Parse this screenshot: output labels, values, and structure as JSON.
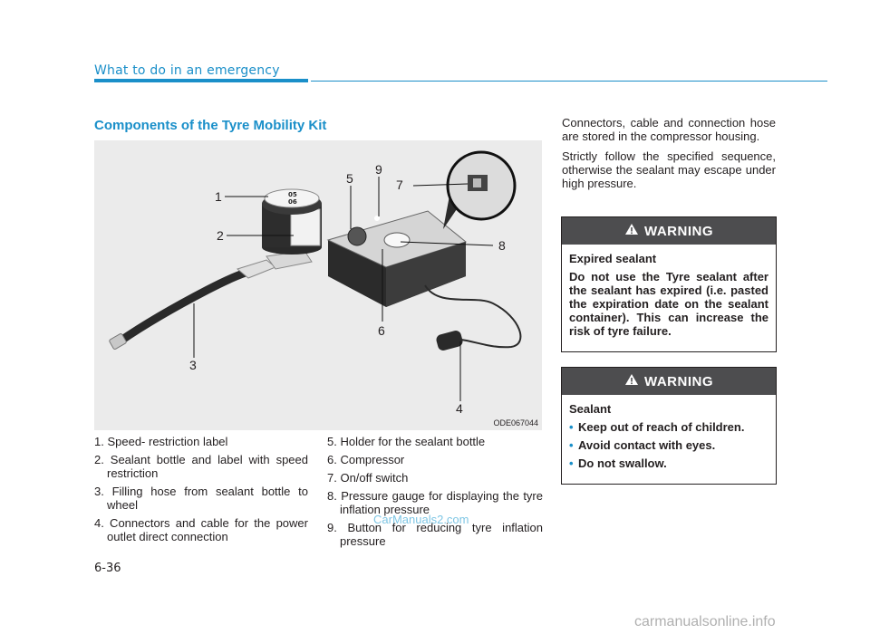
{
  "header": {
    "section": "What to do in an emergency"
  },
  "section_title": "Components of the Tyre Mobility Kit",
  "figure": {
    "code": "ODE067044",
    "callouts": [
      "1",
      "2",
      "3",
      "4",
      "5",
      "6",
      "7",
      "8",
      "9"
    ],
    "sealant_label": "05\n06"
  },
  "components_left": [
    "1. Speed- restriction label",
    "2. Sealant bottle and label with speed restriction",
    "3. Filling hose from sealant bottle to wheel",
    "4. Connectors and cable for the power outlet direct connection"
  ],
  "components_right": [
    "5. Holder for the sealant bottle",
    "6. Compressor",
    "7. On/off switch",
    "8. Pressure gauge for displaying the tyre inflation pressure",
    "9. Button for reducing tyre inflation pressure"
  ],
  "right_text": [
    "Connectors, cable and connection hose are stored in the compressor housing.",
    "Strictly follow the specified sequence, otherwise the sealant may escape under high pressure."
  ],
  "warning1": {
    "label": "WARNING",
    "title": "Expired sealant",
    "text": "Do not use the Tyre sealant after the sealant has expired (i.e. pasted the expiration date on the sealant container). This can increase the risk of tyre failure."
  },
  "warning2": {
    "label": "WARNING",
    "title": "Sealant",
    "bullets": [
      "Keep out of reach of children.",
      "Avoid contact with eyes.",
      "Do not swallow."
    ]
  },
  "page_number": "6-36",
  "watermark_center": "CarManuals2.com",
  "watermark_footer": "carmanualsonline.info",
  "colors": {
    "accent": "#1a8fc9",
    "warning_header": "#4d4d4f",
    "figure_bg": "#ebebeb"
  }
}
